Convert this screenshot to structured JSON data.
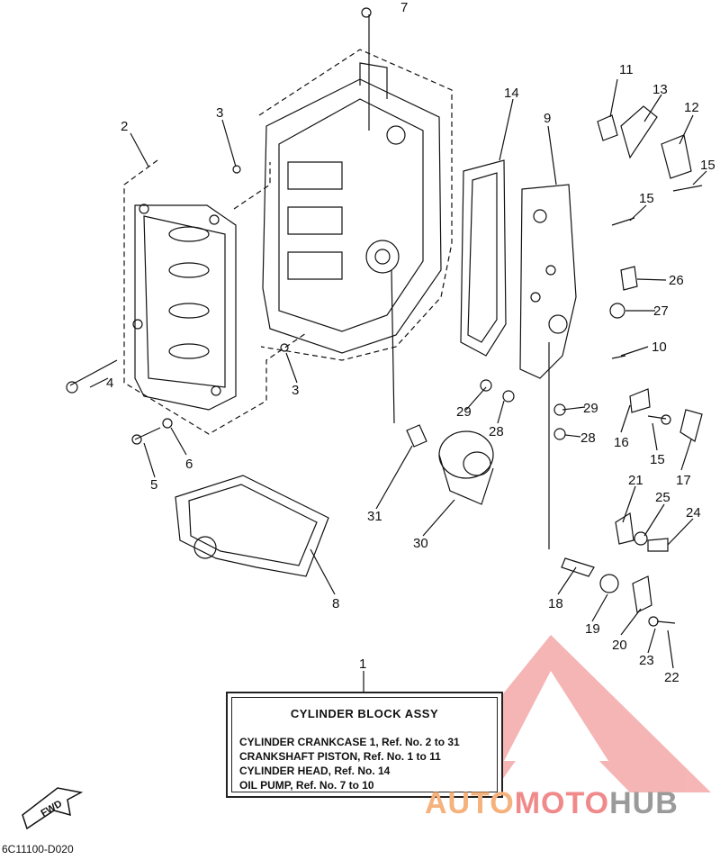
{
  "diagram": {
    "code": "6C11100-D020",
    "fwd_label": "FWD",
    "legend": {
      "ref_no": "1",
      "title": "CYLINDER BLOCK ASSY",
      "lines": [
        "CYLINDER CRANKCASE 1, Ref. No. 2 to 31",
        "CRANKSHAFT PISTON,  Ref. No. 1 to 11",
        "CYLINDER HEAD,  Ref. No. 14",
        "OIL PUMP,  Ref. No. 7 to 10"
      ]
    },
    "callouts": [
      "2",
      "3",
      "3",
      "4",
      "5",
      "6",
      "7",
      "8",
      "9",
      "10",
      "11",
      "12",
      "13",
      "14",
      "15",
      "15",
      "15",
      "16",
      "17",
      "18",
      "19",
      "20",
      "21",
      "22",
      "23",
      "24",
      "25",
      "26",
      "27",
      "28",
      "28",
      "29",
      "29",
      "30",
      "31"
    ]
  },
  "watermark": {
    "brand_part1": "AUTO",
    "brand_part2": "MOTO",
    "brand_part3": "HUB",
    "colors": {
      "orange": "#f5b27c",
      "red": "#f08a8a",
      "grey": "#9a9a9a"
    }
  }
}
